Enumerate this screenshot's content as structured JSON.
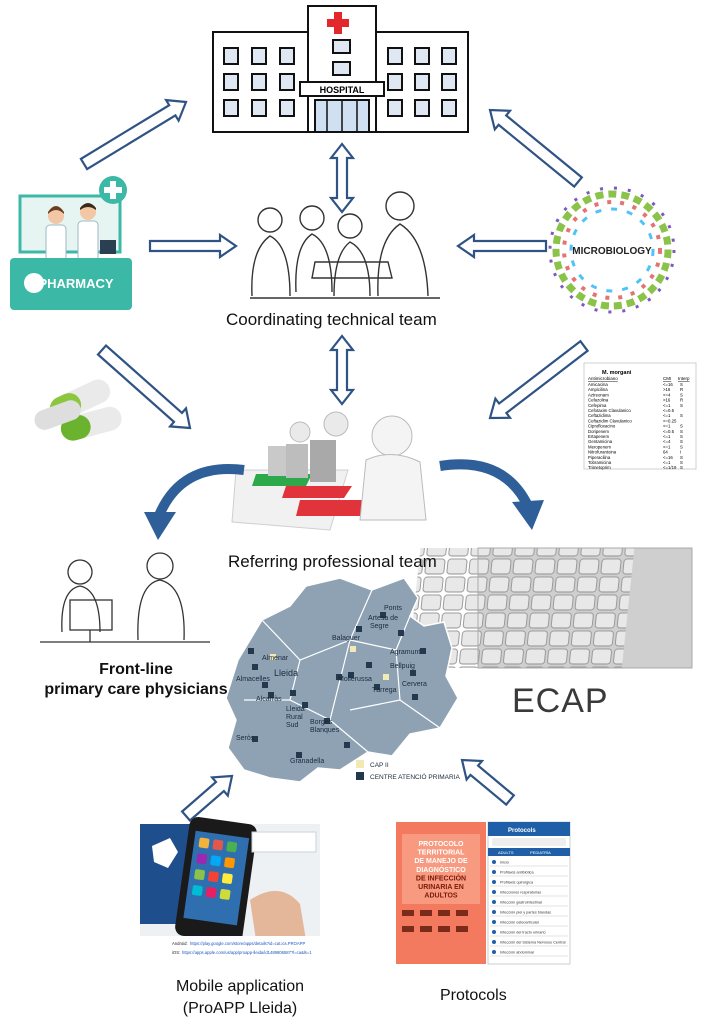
{
  "hospital": {
    "sign": "HOSPITAL"
  },
  "pharmacy": {
    "sign": "PHARMACY"
  },
  "microbiology": {
    "label": "MICROBIOLOGY"
  },
  "labels": {
    "coordinating": "Coordinating technical team",
    "referring": "Referring professional team",
    "frontline_1": "Front-line",
    "frontline_2": "primary care physicians",
    "ecap": "ECAP",
    "mobile_1": "Mobile application",
    "mobile_2": "(ProAPP Lleida)",
    "protocols": "Protocols"
  },
  "antibiogram": {
    "organism": "M. morgani",
    "header_col": "Antimicrobiano",
    "header_cmi": "CMI",
    "header_int": "Interp",
    "rows": [
      [
        "Amicacina",
        "<=16",
        "S"
      ],
      [
        "Ampicilina",
        ">16",
        "R"
      ],
      [
        "Aztreonam",
        "<=4",
        "S"
      ],
      [
        "Cefazolina",
        ">16",
        "R"
      ],
      [
        "Cefepima",
        "<=1",
        "S"
      ],
      [
        "Cefotaxim Clavulanico",
        "<=0.5",
        ""
      ],
      [
        "Ceftazidima",
        "<=1",
        "S"
      ],
      [
        "Ceftazidim Clavulanico",
        "<=0.25",
        ""
      ],
      [
        "Ciprofloxacino",
        "<=1",
        "S"
      ],
      [
        "Doripenem",
        "<=0.5",
        "S"
      ],
      [
        "Ertapenem",
        "<=1",
        "S"
      ],
      [
        "Gentamicina",
        "<=4",
        "S"
      ],
      [
        "Meropenem",
        "<=1",
        "S"
      ],
      [
        "Nitrofurantoina",
        "64",
        "I"
      ],
      [
        "Piperacilina",
        "<=16",
        "S"
      ],
      [
        "Tobramicina",
        "<=1",
        "S"
      ],
      [
        "Trimetoprim",
        "<=1/19",
        "S"
      ]
    ]
  },
  "map": {
    "towns": [
      "Ponts",
      "Artesa de",
      "Segre",
      "Balaguer",
      "Agramunt",
      "Almenar",
      "Lleida",
      "Almacelles",
      "Mollerussa",
      "Bellpuig",
      "Cervera",
      "Tàrrega",
      "Alcarràs",
      "Lleida",
      "Rural",
      "Sud",
      "Borges",
      "Blanques",
      "Seròs",
      "Granadella"
    ],
    "legend": [
      {
        "label": "CAP II",
        "color": "#f3e9b5"
      },
      {
        "label": "CENTRE ATENCIÓ PRIMARIA",
        "color": "#24394d"
      }
    ],
    "region_color": "#8ea2b4"
  },
  "phone": {
    "android_label": "Android:",
    "android_url": "https://play.google.com/store/apps/details?id=cat.ics.PROAPP",
    "ios_label": "iOS:",
    "ios_url": "https://apps.apple.com/us/app/proapp-lleida/id1489806587?l=ca&ls=1"
  },
  "protocol_doc": {
    "title_lines": [
      "PROTOCOLO",
      "TERRITORIAL",
      "DE MANEJO DE",
      "DIAGNÓSTICO",
      "DE INFECCIÓN",
      "URINARIA EN",
      "ADULTOS"
    ],
    "app_header": "Protocols",
    "app_tabs": [
      "ADULTS",
      "PEDIATRÍA"
    ],
    "app_items": [
      "Inicio",
      "Profilaxis antibiótica",
      "Profilaxis quirúrgica",
      "Infecciones respiratorias",
      "Infección gastrointestinal",
      "Infección piel y partes blandas",
      "Infección osteoarticular",
      "Infección del tracto urinario",
      "Infección del Sistema Nervioso Central",
      "Infección abdominal"
    ]
  },
  "colors": {
    "arrow_stroke": "#2f5384",
    "curved_arrow": "#2f5f98",
    "pharmacy_teal": "#3bb8a6",
    "hospital_red": "#e3282b",
    "desk_green": "#2da84a",
    "desk_red": "#e0333b"
  }
}
